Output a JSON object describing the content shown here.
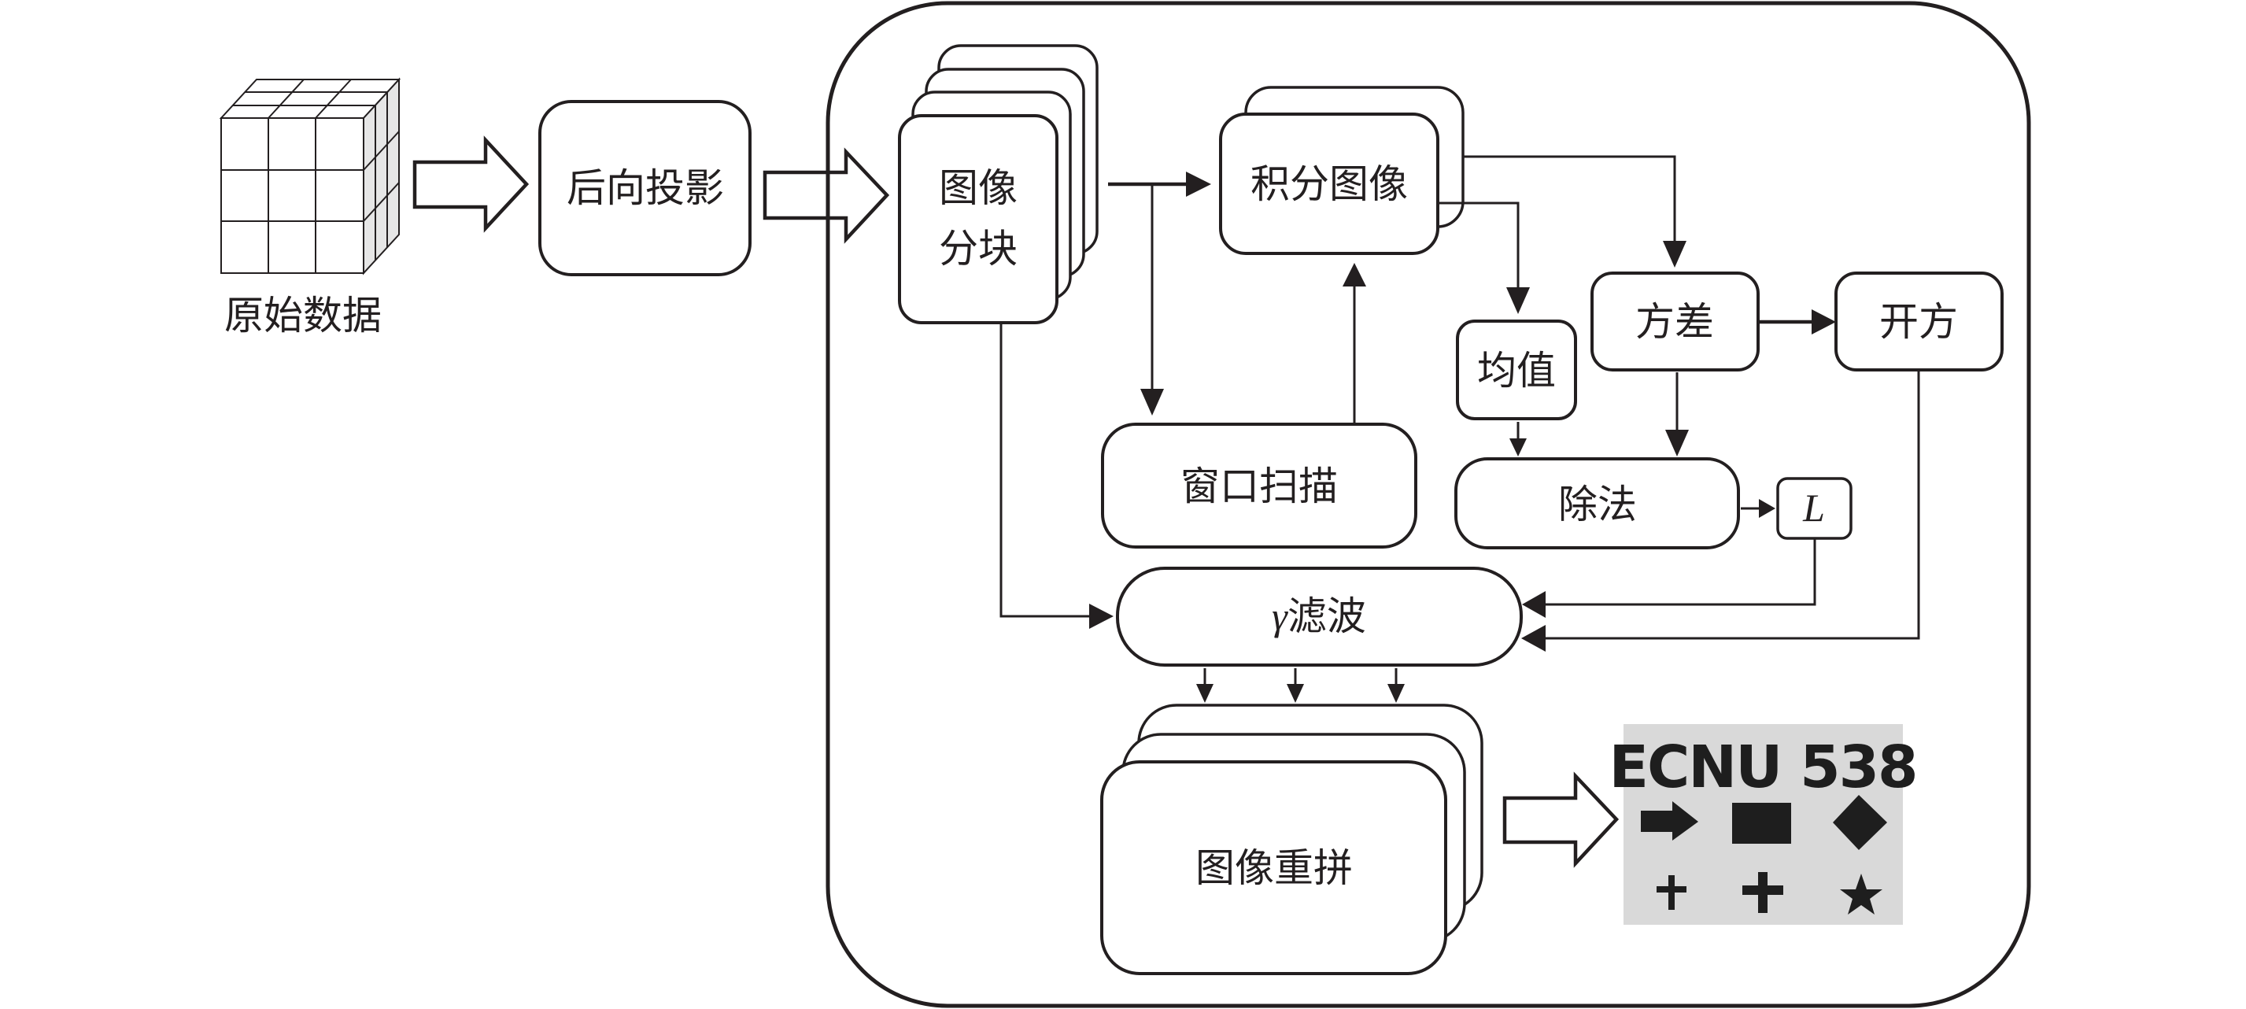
{
  "diagram": {
    "input": {
      "label": "原始数据",
      "icon": "data-cube-icon"
    },
    "nodes": {
      "back_projection": "后向投影",
      "image_blocking_line1": "图像",
      "image_blocking_line2": "分块",
      "integral_image": "积分图像",
      "window_scan": "窗口扫描",
      "mean": "均值",
      "variance": "方差",
      "sqrt": "开方",
      "division": "除法",
      "l_symbol": "L",
      "gamma_symbol": "γ",
      "gamma_filter": "滤波",
      "image_mosaic": "图像重拼"
    },
    "result_image": {
      "text": "ECNU 538",
      "shapes_row1": [
        "arrow-shape",
        "rectangle-shape",
        "diamond-shape"
      ],
      "shapes_row2": [
        "small-plus-shape",
        "plus-shape",
        "star-shape"
      ]
    },
    "colors": {
      "stroke": "#231f20",
      "cube_side": "#e6e6e6",
      "result_background": "#d9d9d9"
    }
  }
}
